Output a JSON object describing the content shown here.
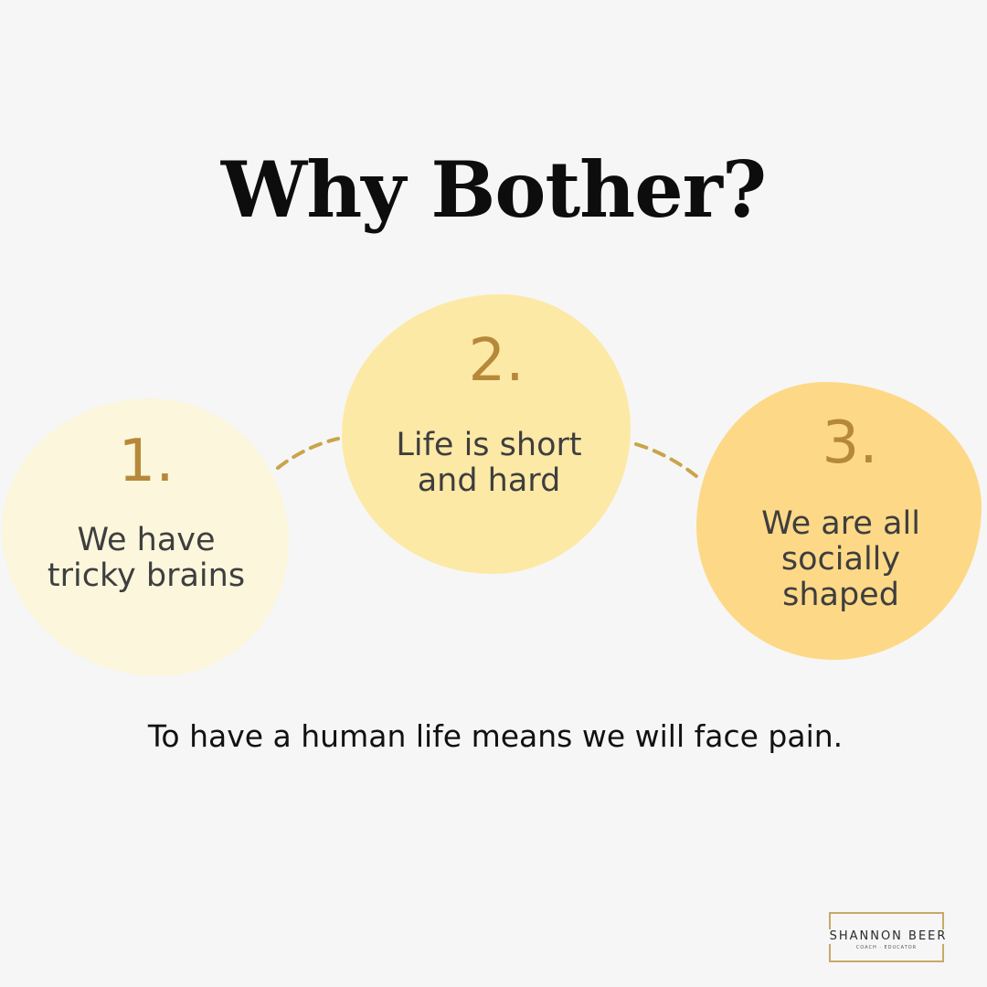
{
  "title": "Why Bother?",
  "items": [
    {
      "number": "1.",
      "label": "We have\ntricky brains"
    },
    {
      "number": "2.",
      "label": "Life is short\nand hard"
    },
    {
      "number": "3.",
      "label": "We are all\nsocially\nshaped"
    }
  ],
  "subtitle": "To have a human life means we will face pain.",
  "logo": {
    "name": "SHANNON BEER",
    "tagline": "COACH · EDUCATOR"
  },
  "colors": {
    "background": "#f6f6f6",
    "blob_1": "#fbf6dc",
    "blob_2": "#fde9a6",
    "blob_3": "#fdd987",
    "number_gold": "#b6893a",
    "connector": "#c9a44a",
    "logo_border": "#c9a867"
  }
}
